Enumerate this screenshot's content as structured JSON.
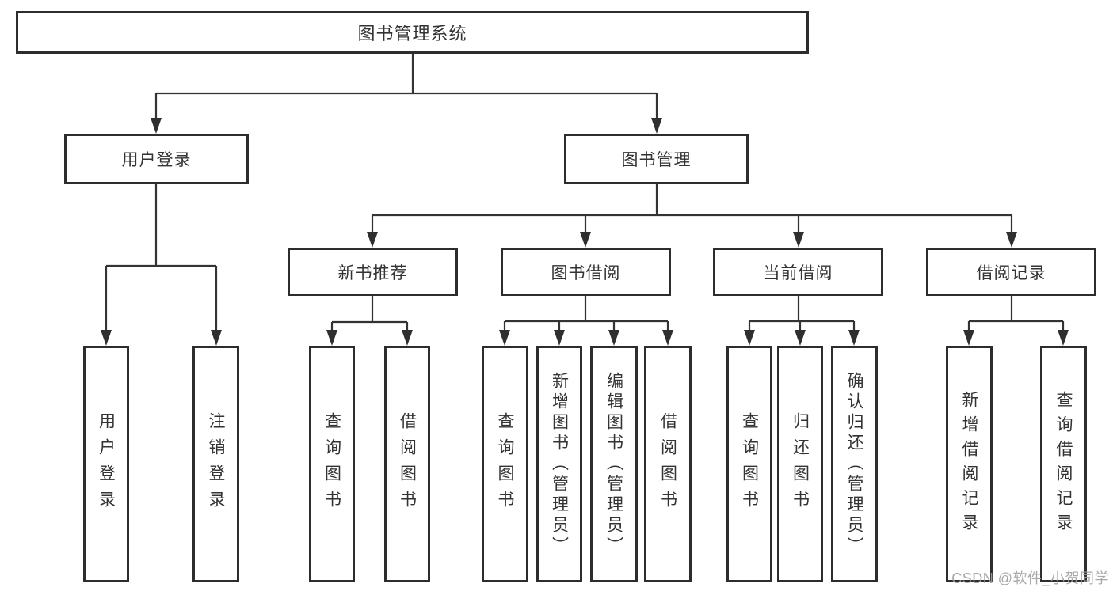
{
  "diagram_title": "图书管理系统",
  "watermark": "CSDN @软件_小贺同学",
  "colors": {
    "background": "#ffffff",
    "box_fill": "#ffffff",
    "box_border": "#2d2d2d",
    "line": "#333333",
    "text": "#333333",
    "watermark": "#9e9e9e"
  },
  "tree": {
    "label": "图书管理系统",
    "children": [
      {
        "label": "用户登录",
        "children": [
          {
            "label": "用户登录"
          },
          {
            "label": "注销登录"
          }
        ]
      },
      {
        "label": "图书管理",
        "children": [
          {
            "label": "新书推荐",
            "children": [
              {
                "label": "查询图书"
              },
              {
                "label": "借阅图书"
              }
            ]
          },
          {
            "label": "图书借阅",
            "children": [
              {
                "label": "查询图书"
              },
              {
                "label": "新增图书（管理员）"
              },
              {
                "label": "编辑图书（管理员）"
              },
              {
                "label": "借阅图书"
              }
            ]
          },
          {
            "label": "当前借阅",
            "children": [
              {
                "label": "查询图书"
              },
              {
                "label": "归还图书"
              },
              {
                "label": "确认归还（管理员）"
              }
            ]
          },
          {
            "label": "借阅记录",
            "children": [
              {
                "label": "新增借阅记录"
              },
              {
                "label": "查询借阅记录"
              }
            ]
          }
        ]
      }
    ]
  }
}
